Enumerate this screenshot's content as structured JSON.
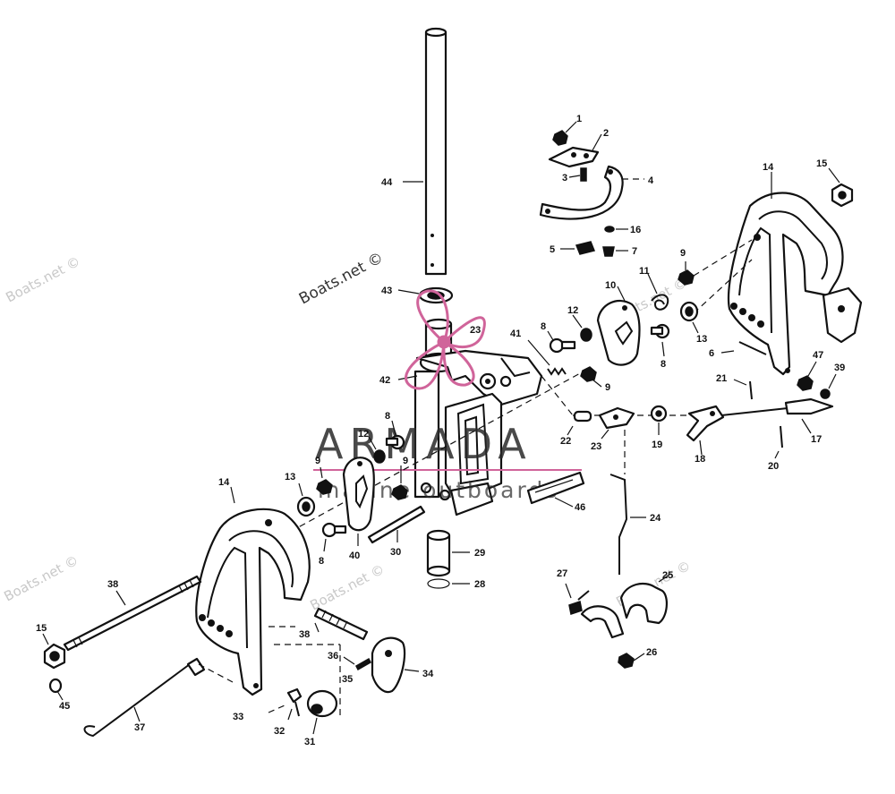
{
  "watermarks": {
    "boats_net": "Boats.net ©",
    "brand_name": "ARMADA",
    "brand_tagline": "marine outboards"
  },
  "callouts": [
    "1",
    "2",
    "3",
    "4",
    "16",
    "5",
    "7",
    "9",
    "10",
    "11",
    "12",
    "8",
    "8",
    "13",
    "6",
    "14",
    "15",
    "47",
    "39",
    "41",
    "9",
    "23",
    "21",
    "17",
    "22",
    "23",
    "19",
    "18",
    "20",
    "44",
    "43",
    "42",
    "8",
    "12",
    "9",
    "9",
    "13",
    "14",
    "40",
    "30",
    "29",
    "28",
    "46",
    "24",
    "25",
    "27",
    "26",
    "8",
    "38",
    "38",
    "36",
    "35",
    "34",
    "15",
    "45",
    "37",
    "33",
    "32",
    "31"
  ],
  "colors": {
    "ink": "#111111",
    "brand_pink": "#d0649a",
    "watermark": "#c8c8c8"
  }
}
